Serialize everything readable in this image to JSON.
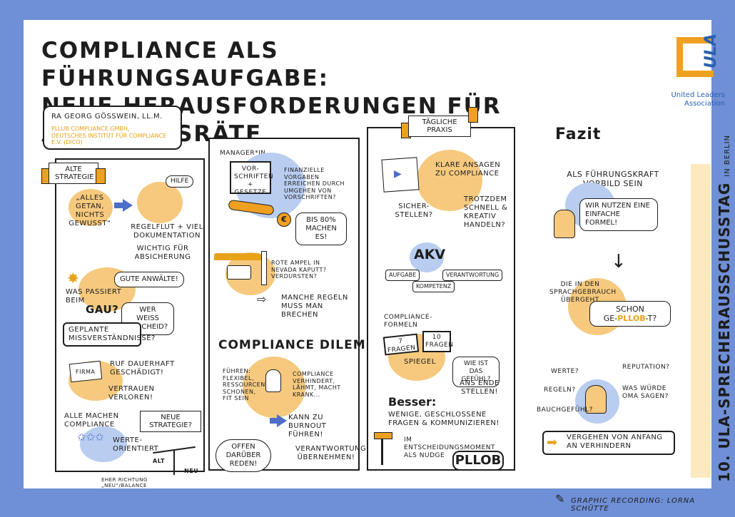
{
  "title": {
    "line1": "Compliance als Führungsaufgabe:",
    "line2": "Neue Herausforderungen für Aufsichtsräte"
  },
  "logo": {
    "mark": "ULA",
    "line1": "United Leaders",
    "line2": "Association",
    "color_frame": "#f0a020",
    "color_text": "#2a5fb0"
  },
  "speaker": {
    "name": "RA Georg Gößwein, LL.M.",
    "org1": "PLLUB Compliance GmbH,",
    "org2": "Deutsches Institut für Compliance e.V. (DICO)"
  },
  "col1": {
    "flag": "Alte Strategie",
    "quote": "„Alles getan, nichts gewusst“",
    "hilfe": "Hilfe",
    "regelflut": "Regelflut + viel Dokumentation",
    "wichtig": "wichtig für Absicherung",
    "gau_q": "Was passiert beim",
    "gau": "GAU?",
    "gute": "Gute Anwälte!",
    "werweiss": "Wer weiß Bescheid?",
    "geplante": "Geplante Missverständnisse?",
    "firma": "Firma",
    "ruf": "Ruf dauerhaft geschädigt!",
    "vertrauen": "Vertrauen verloren!",
    "alle": "Alle machen Compliance",
    "neue": "Neue Strategie?",
    "werte": "Werte-orientiert",
    "alt": "ALT",
    "neu": "NEU",
    "eher": "eher Richtung „Neu“/Balance"
  },
  "col2": {
    "manager": "Manager*in",
    "vorschriften": "Vor-schriften + Gesetze",
    "finanzielle": "Finanzielle Vorgaben erreichen durch Umgehen von Vorschriften?",
    "euro": "€",
    "bis80": "Bis 80% machen es!",
    "rote": "Rote Ampel in Nevada kaputt? Verdursten?",
    "manche": "Manche Regeln muss man brechen",
    "dilemma": "Compliance Dilemma",
    "fuehren": "Führen: flexibel, Ressourcen schonen, fit sein",
    "verhindert": "Compliance verhindert, lähmt, macht krank...",
    "burnout": "Kann zu Burnout führen!",
    "offen": "Offen darüber reden!",
    "verantwortung": "Verantwortung übernehmen!"
  },
  "col3": {
    "flag": "Tägliche Praxis",
    "klare": "Klare Ansagen zu Compliance",
    "sicher": "Sicher-stellen?",
    "trotzdem": "Trotzdem schnell & kreativ handeln?",
    "akv": "AKV",
    "aufgabe": "Aufgabe",
    "kompetenz": "Kompetenz",
    "verantwortung": "Verantwortung",
    "formeln": "Compliance-Formeln",
    "fragen7": "7 Fragen",
    "fragen10": "10 Fragen",
    "spiegel": "Spiegel",
    "gefuehl": "Wie ist das Gefühl?",
    "ende": "ans Ende stellen!",
    "besser": "Besser:",
    "wenige": "Wenige, geschlossene Fragen & kommunizieren!",
    "moment": "im Entscheidungsmoment als Nudge",
    "pllob": "PLLOB"
  },
  "col4": {
    "fazit": "Fazit",
    "vorbild": "Als Führungskraft Vorbild sein",
    "formel": "Wir nutzen eine einfache Formel!",
    "sprach": "Die in den Sprachgebrauch übergeht",
    "schon": "Schon",
    "ge": "Ge-",
    "pllob": "PLLOB",
    "t": "-t?",
    "werte": "Werte?",
    "reputation": "Reputation?",
    "regeln": "Regeln?",
    "oma": "Was würde Oma sagen?",
    "bauch": "Bauchgefühl?",
    "vergehen": "Vergehen von Anfang an verhindern"
  },
  "side_banner": {
    "main": "10. ULA-Sprecherausschusstag",
    "suffix": "in Berlin"
  },
  "footer": {
    "credit": "Graphic Recording: Lorna Schütte"
  },
  "colors": {
    "orange": "#f6c97e",
    "blue": "#b9cdf1",
    "frame": "#6f8fd6",
    "accent": "#e8a21a"
  }
}
